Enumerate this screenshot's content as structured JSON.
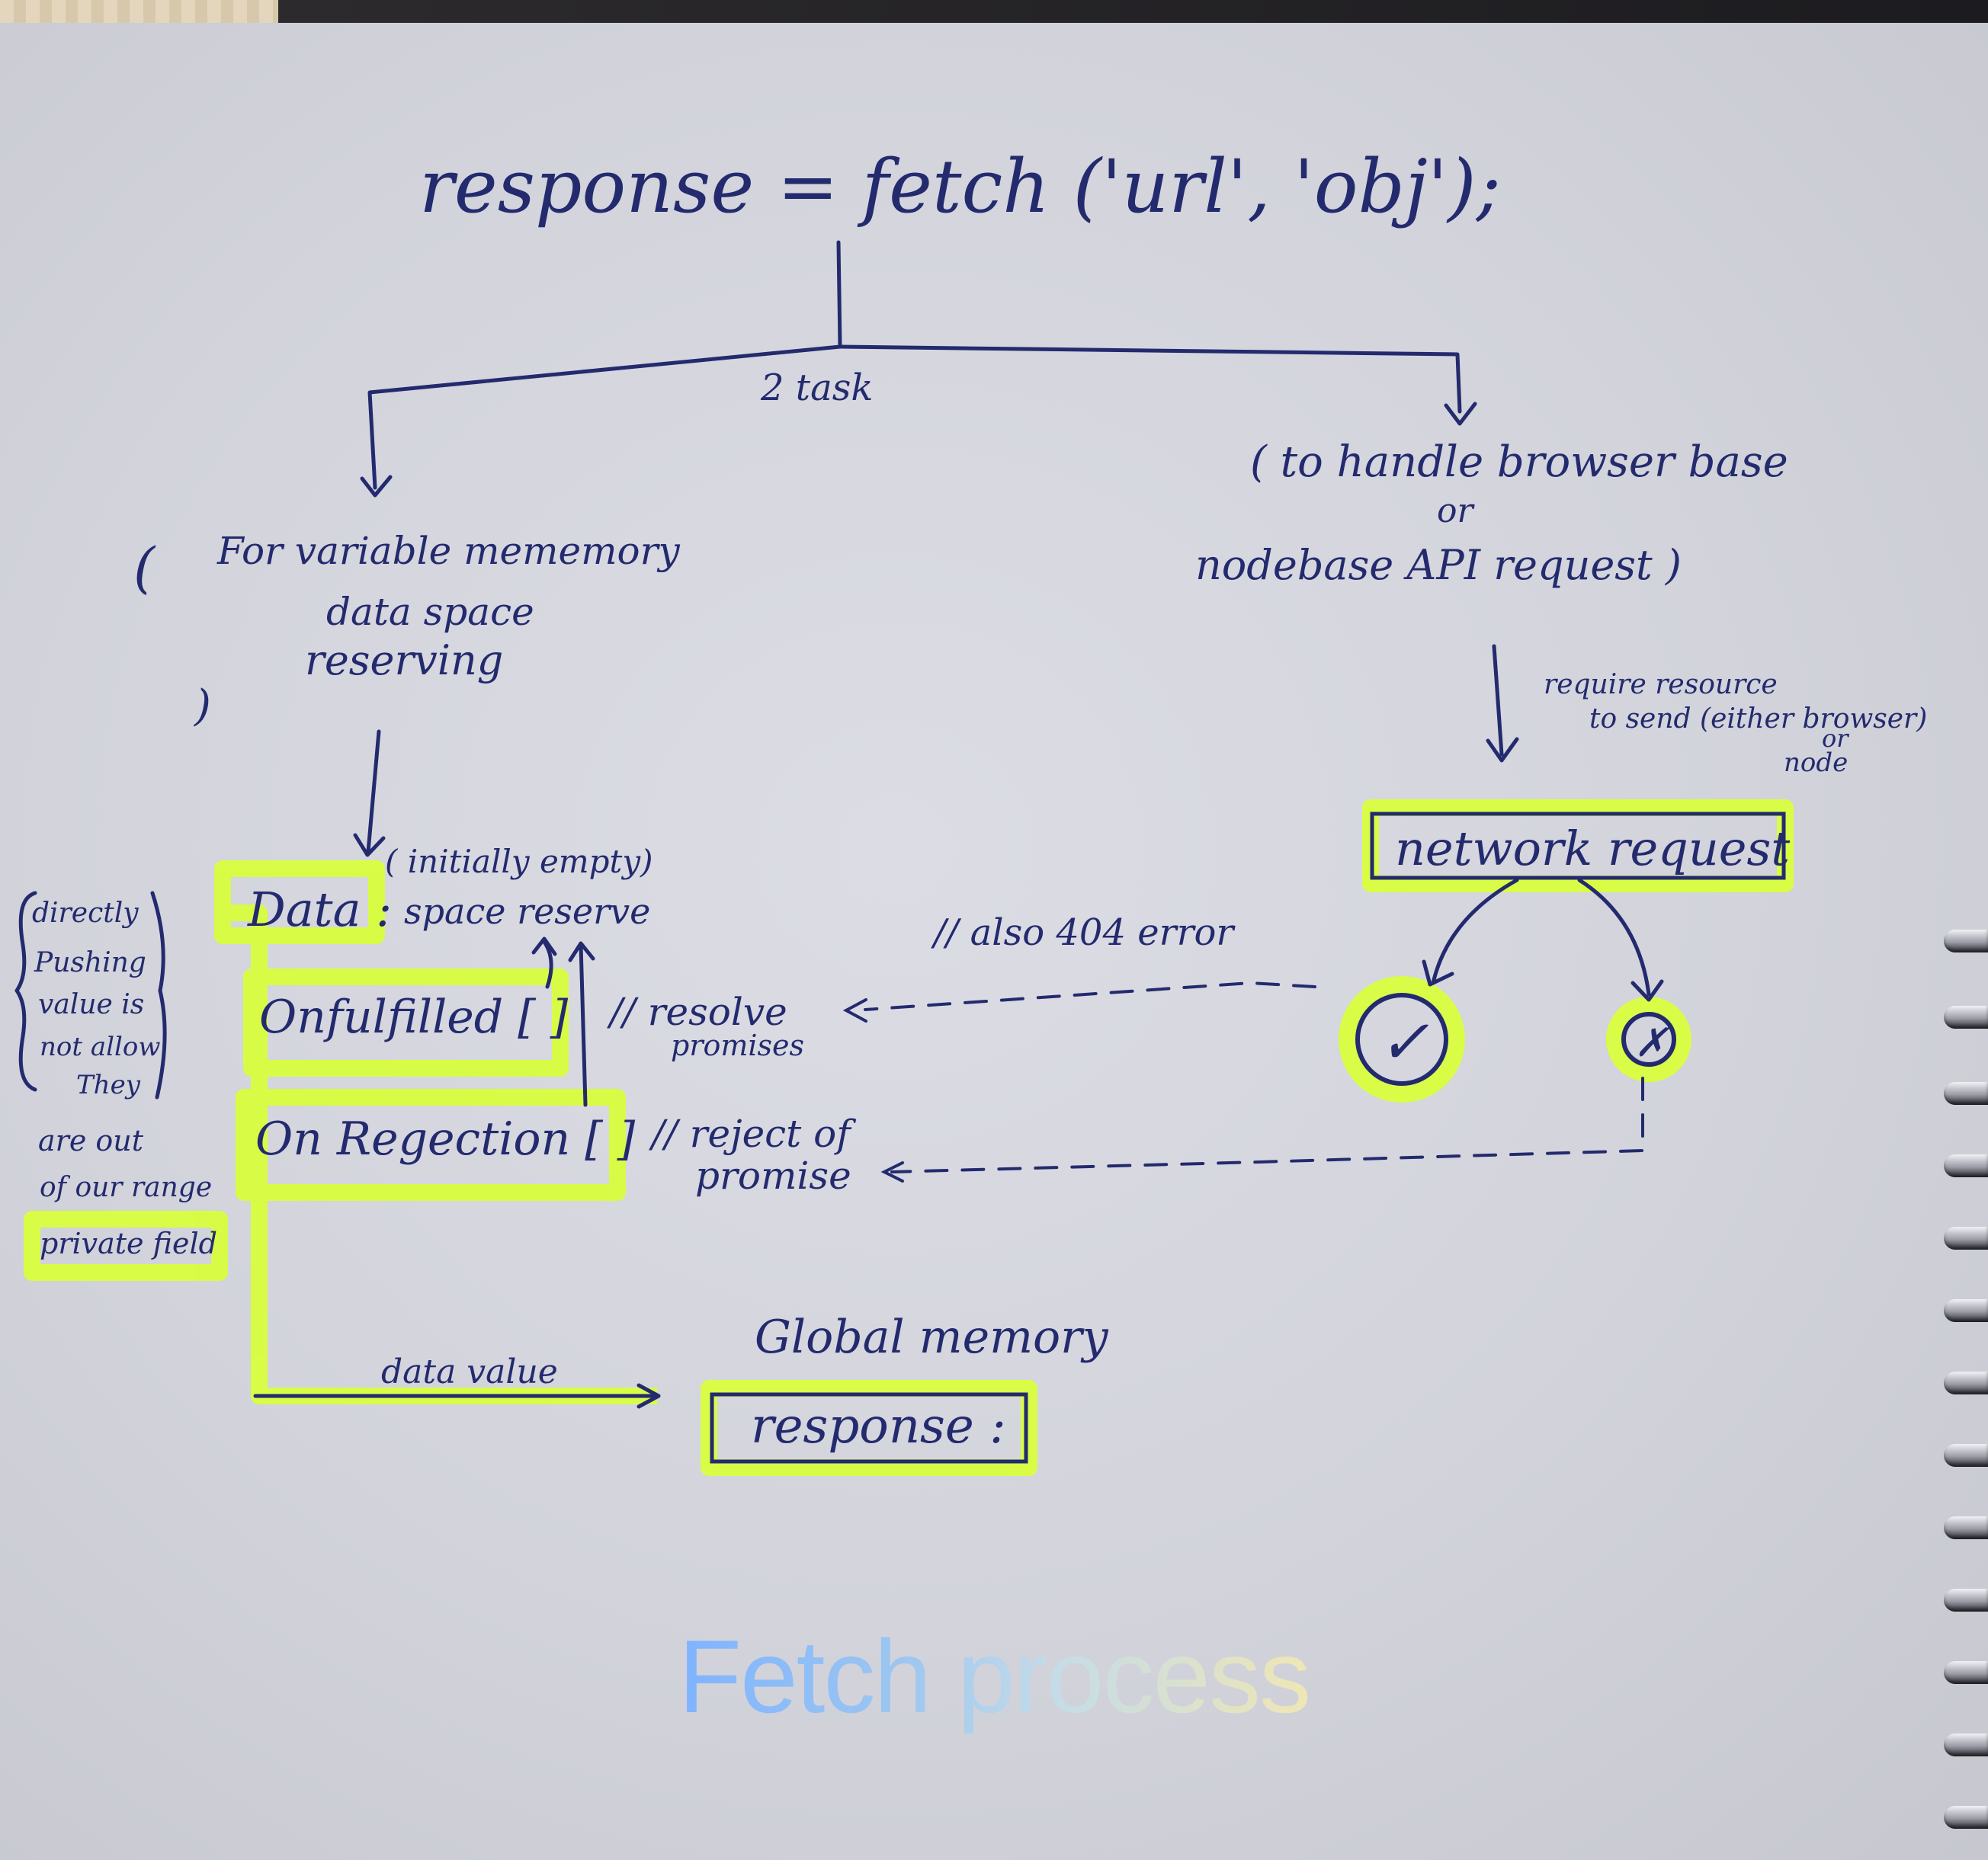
{
  "expression": "response = fetch ('url', 'obj');",
  "branch_label": "2 task",
  "left_branch": {
    "open_paren": "(",
    "lines": [
      "For variable mememory",
      "data space",
      "reserving"
    ],
    "close_paren": ")"
  },
  "right_branch": {
    "lines": [
      "( to handle browser base",
      "or",
      "nodebase API request )"
    ]
  },
  "resource_note": [
    "require resource",
    "to send (either browser)",
    "or",
    "node"
  ],
  "network_request": "network request",
  "fulfilled_symbol": "✓",
  "rejected_symbol": "✗",
  "also_error_note": "// also 404 error",
  "memory_note": "( initially empty)",
  "data_field": "Data :",
  "space_reserve": "space reserve",
  "on_fulfilled": "Onfulfilled [ ]",
  "on_rejection": "On Regection [ ]",
  "resolve_note": [
    "// resolve",
    "promises"
  ],
  "reject_note": [
    "// reject of",
    "promise"
  ],
  "private_note": [
    "directly",
    "Pushing",
    "value is",
    "not allow",
    "They",
    "are out",
    "of our range"
  ],
  "private_field": "private field",
  "data_value": "data value",
  "global_memory": "Global memory",
  "response_box": "response :",
  "caption": "Fetch process",
  "colors": {
    "ink": "#232a6e",
    "highlight": "#d9ff3a",
    "caption_start": "#7fb3ff",
    "caption_end": "#efe6b4"
  }
}
